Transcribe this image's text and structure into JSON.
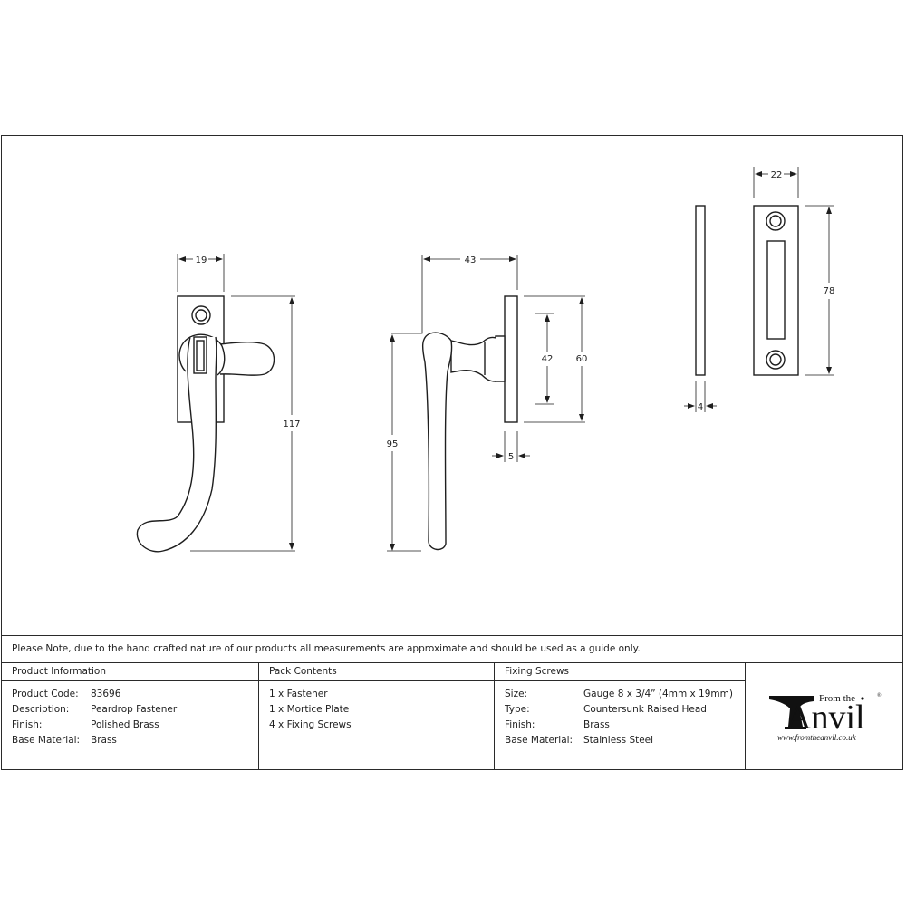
{
  "note": "Please Note, due to the hand crafted nature of our products all measurements are approximate and should be used as a guide only.",
  "product_information": {
    "heading": "Product Information",
    "rows": [
      {
        "label": "Product Code:",
        "value": "83696"
      },
      {
        "label": "Description:",
        "value": "Peardrop Fastener"
      },
      {
        "label": "Finish:",
        "value": "Polished Brass"
      },
      {
        "label": "Base Material:",
        "value": "Brass"
      }
    ]
  },
  "pack_contents": {
    "heading": "Pack Contents",
    "items": [
      "1 x Fastener",
      "1 x Mortice Plate",
      "4 x Fixing Screws"
    ]
  },
  "fixing_screws": {
    "heading": "Fixing Screws",
    "rows": [
      {
        "label": "Size:",
        "value": "Gauge 8 x 3/4” (4mm x 19mm)"
      },
      {
        "label": "Type:",
        "value": "Countersunk Raised Head"
      },
      {
        "label": "Finish:",
        "value": "Brass"
      },
      {
        "label": "Base Material:",
        "value": "Stainless Steel"
      }
    ]
  },
  "logo": {
    "from_the": "From the",
    "brand": "Anvil",
    "registered": "®",
    "url": "www.fromtheanvil.co.uk"
  },
  "dimensions": {
    "front_view": {
      "width": "19",
      "height": "117"
    },
    "side_view": {
      "projection": "43",
      "handle_height": "95",
      "plate_inner": "42",
      "plate_height": "60",
      "plate_thickness": "5"
    },
    "mortice_plate": {
      "width": "22",
      "height": "78",
      "thickness": "4"
    }
  },
  "colors": {
    "line": "#2a2a2a",
    "text": "#1e1e1e",
    "background": "#ffffff"
  }
}
